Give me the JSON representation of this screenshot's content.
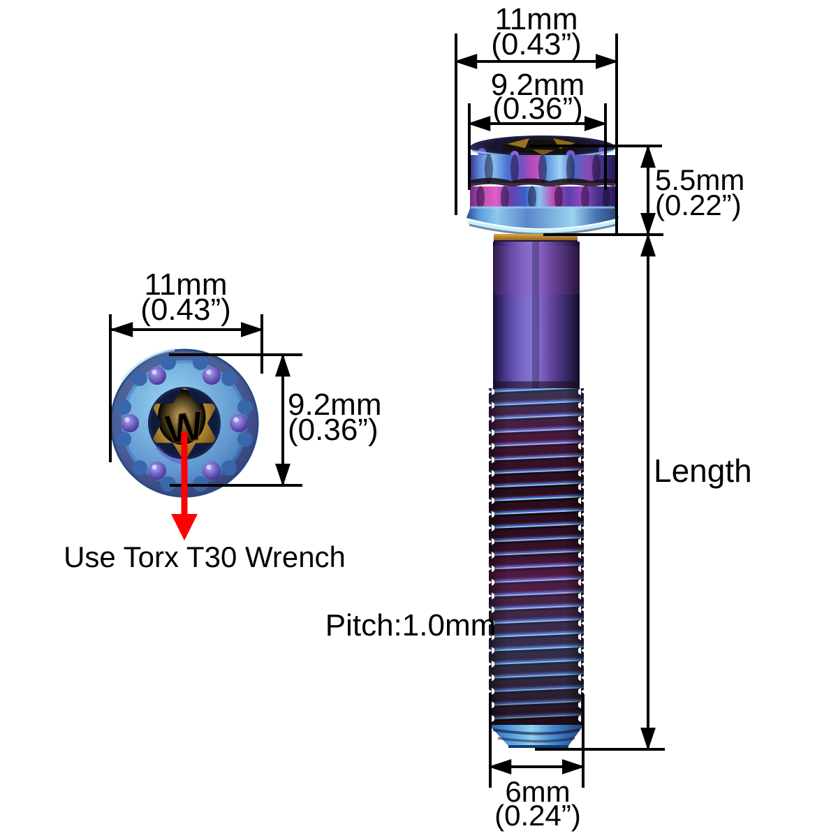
{
  "diagram": {
    "background": "#ffffff",
    "line_color": "#000000",
    "accent_red": "#ff0000",
    "bolt": {
      "finish": "burnt-titanium-rainbow",
      "logo_letter": "W",
      "colors": {
        "blue": "#4a8ae0",
        "cyan": "#9fd8f0",
        "purple": "#7a4fb0",
        "magenta": "#c83aa0",
        "gold": "#b8862a",
        "thread_dark": "#2a0d1c"
      }
    },
    "labels": {
      "head_outer_top": {
        "mm": "11mm",
        "inch": "(0.43”)"
      },
      "head_inner_top": {
        "mm": "9.2mm",
        "inch": "(0.36”)"
      },
      "head_height": {
        "mm": "5.5mm",
        "inch": "(0.22”)"
      },
      "length": "Length",
      "pitch": "Pitch:1.0mm",
      "tip_diameter": {
        "mm": "6mm",
        "inch": "(0.24”)"
      },
      "face_outer": {
        "mm": "11mm",
        "inch": "(0.43”)"
      },
      "face_inner": {
        "mm": "9.2mm",
        "inch": "(0.36”)"
      },
      "torx_note": "Use Torx T30 Wrench"
    }
  }
}
